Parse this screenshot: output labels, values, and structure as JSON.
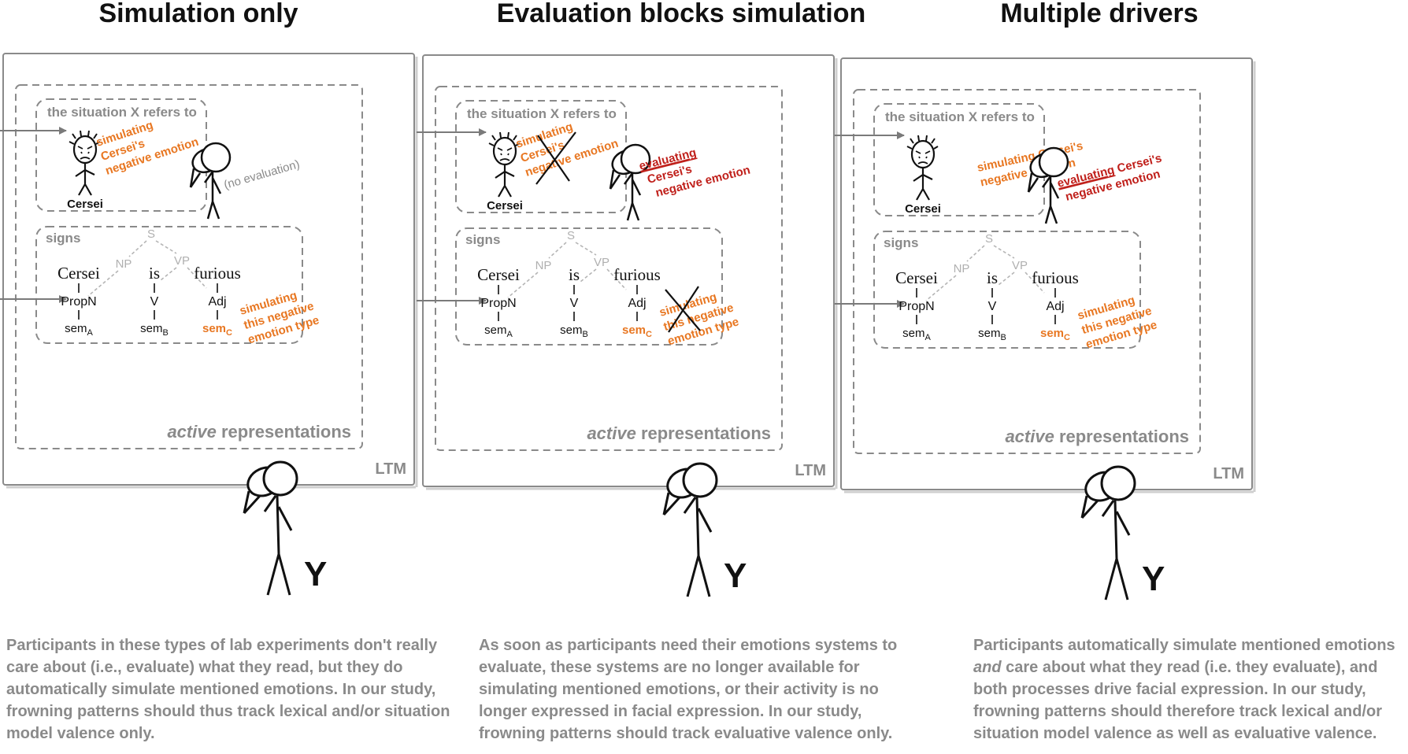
{
  "panels": [
    {
      "title": "Simulation only",
      "situation_header": "the situation X refers to",
      "character_name": "Cersei",
      "situation_annotation": [
        "simulating",
        "Cersei's",
        "negative emotion"
      ],
      "situation_struck": false,
      "reader_annotation": "(no evaluation)",
      "signs_header": "signs",
      "tree": {
        "root": "S",
        "np": "NP",
        "vp": "VP",
        "words": [
          "Cersei",
          "is",
          "furious"
        ],
        "cats": [
          "PropN",
          "V",
          "Adj"
        ],
        "sems": [
          {
            "base": "sem",
            "sub": "A"
          },
          {
            "base": "sem",
            "sub": "B"
          },
          {
            "base": "sem",
            "sub": "C"
          }
        ]
      },
      "signs_annotation": [
        "simulating",
        "this negative",
        "emotion type"
      ],
      "signs_struck": false,
      "active_label": {
        "italic": "active",
        "rest": " representations"
      },
      "ltm_label": "LTM",
      "person_label": "Y",
      "caption": "Participants in these types of lab experiments don't really care about (i.e., evaluate) what they read, but they do automatically simulate mentioned emotions. In our study, frowning patterns should thus track lexical and/or situation model valence only."
    },
    {
      "title": "Evaluation blocks simulation",
      "situation_header": "the situation X refers to",
      "character_name": "Cersei",
      "situation_annotation": [
        "simulating",
        "Cersei's",
        "negative emotion"
      ],
      "situation_struck": true,
      "reader_annotation": {
        "underlined": "evaluating",
        "lines": [
          "Cersei's",
          "negative emotion"
        ]
      },
      "signs_header": "signs",
      "tree": {
        "root": "S",
        "np": "NP",
        "vp": "VP",
        "words": [
          "Cersei",
          "is",
          "furious"
        ],
        "cats": [
          "PropN",
          "V",
          "Adj"
        ],
        "sems": [
          {
            "base": "sem",
            "sub": "A"
          },
          {
            "base": "sem",
            "sub": "B"
          },
          {
            "base": "sem",
            "sub": "C"
          }
        ]
      },
      "signs_annotation": [
        "simulating",
        "this negative",
        "emotion type"
      ],
      "signs_struck": true,
      "active_label": {
        "italic": "active",
        "rest": " representations"
      },
      "ltm_label": "LTM",
      "person_label": "Y",
      "caption": "As soon as participants need their emotions systems to evaluate, these systems are no longer available for simulating mentioned emotions, or their activity is no longer expressed in facial expression. In our study, frowning patterns should track evaluative valence only."
    },
    {
      "title": "Multiple drivers",
      "situation_header": "the situation X refers to",
      "character_name": "Cersei",
      "situation_annotation": [
        "simulating Cersei's",
        "negative emotion"
      ],
      "situation_struck": false,
      "reader_annotation": {
        "underlined": "evaluating",
        "first_rest": " Cersei's",
        "lines": [
          "negative emotion"
        ]
      },
      "signs_header": "signs",
      "tree": {
        "root": "S",
        "np": "NP",
        "vp": "VP",
        "words": [
          "Cersei",
          "is",
          "furious"
        ],
        "cats": [
          "PropN",
          "V",
          "Adj"
        ],
        "sems": [
          {
            "base": "sem",
            "sub": "A"
          },
          {
            "base": "sem",
            "sub": "B"
          },
          {
            "base": "sem",
            "sub": "C"
          }
        ]
      },
      "signs_annotation": [
        "simulating",
        "this negative",
        "emotion type"
      ],
      "signs_struck": false,
      "active_label": {
        "italic": "active",
        "rest": " representations"
      },
      "ltm_label": "LTM",
      "person_label": "Y",
      "caption_parts": [
        {
          "text": "Participants automatically simulate mentioned emotions "
        },
        {
          "text": "and",
          "italic": true
        },
        {
          "text": " care about what they read (i.e. they evaluate), and both processes drive facial expression. In our study, frowning patterns should therefore track lexical and/or situation model valence as well as evaluative valence."
        }
      ]
    }
  ],
  "colors": {
    "annotation_orange": "#e87722",
    "evaluation_red": "#c0201b",
    "gray_text": "#8a8a8a",
    "frame": "#8a8a8a"
  }
}
